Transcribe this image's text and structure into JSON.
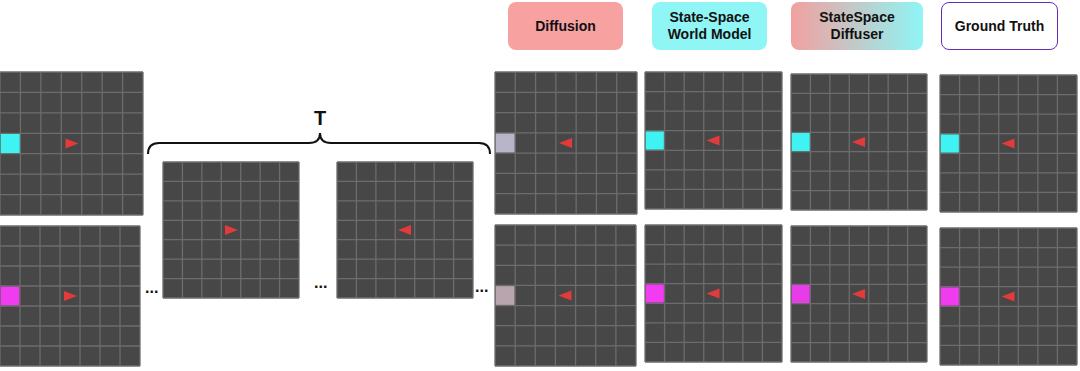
{
  "diagram": {
    "nodes": [
      {
        "text": [
          "Diffusion"
        ]
      },
      {
        "text": [
          "State-Space World Model"
        ]
      },
      {
        "text": [
          "StateSpace Diffuser"
        ]
      },
      {
        "text": [
          "Ground Truth"
        ]
      }
    ],
    "labels": [
      "T",
      "...",
      "...",
      "..."
    ]
  }
}
